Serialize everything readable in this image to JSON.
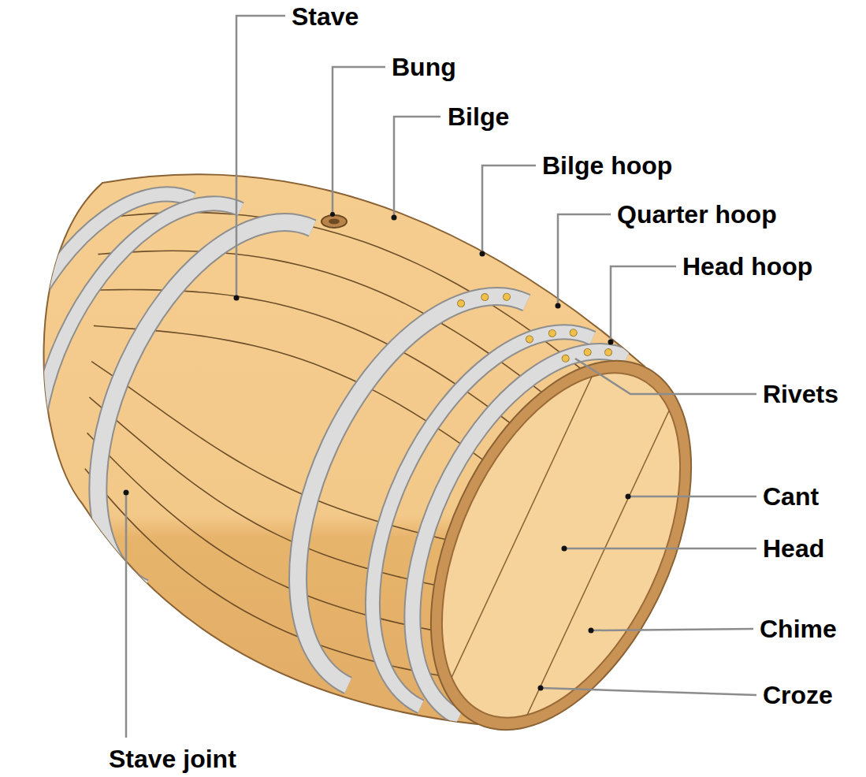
{
  "diagram": {
    "labels": [
      "Stave",
      "Bung",
      "Bilge",
      "Bilge hoop",
      "Quarter hoop",
      "Head hoop",
      "Rivets",
      "Cant",
      "Head",
      "Chime",
      "Croze",
      "Stave joint"
    ]
  }
}
